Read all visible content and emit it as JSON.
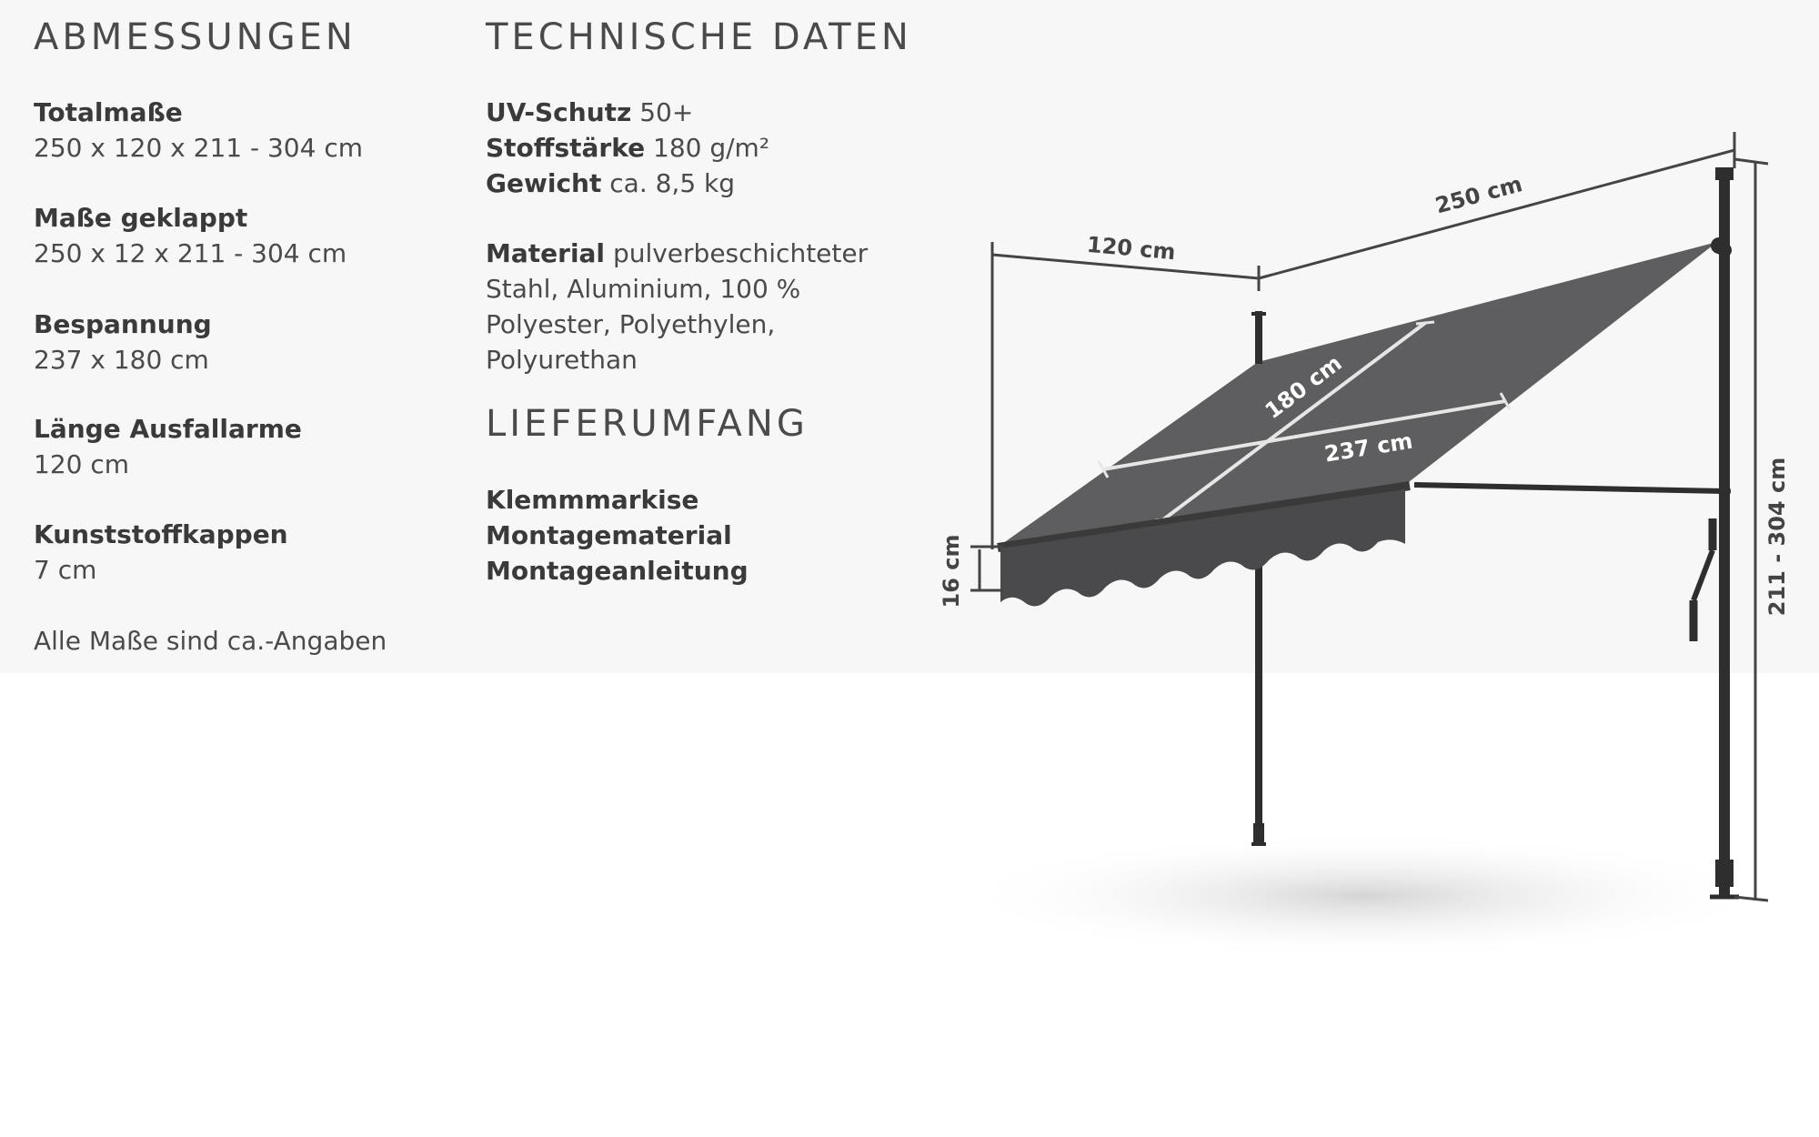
{
  "abmessungen": {
    "heading": "ABMESSUNGEN",
    "items": [
      {
        "label": "Totalmaße",
        "value": "250 x 120 x 211 - 304 cm"
      },
      {
        "label": "Maße geklappt",
        "value": "250 x 12 x 211 - 304 cm"
      },
      {
        "label": "Bespannung",
        "value": "237 x 180 cm"
      },
      {
        "label": "Länge Ausfallarme",
        "value": "120 cm"
      },
      {
        "label": "Kunststoffkappen",
        "value": "7 cm"
      }
    ],
    "note": "Alle Maße sind ca.-Angaben"
  },
  "technische_daten": {
    "heading": "TECHNISCHE DATEN",
    "uv_label": "UV-Schutz",
    "uv_value": "50+",
    "stoff_label": "Stoffstärke",
    "stoff_value": "180 g/m²",
    "gewicht_label": "Gewicht",
    "gewicht_value": "ca. 8,5 kg",
    "material_label": "Material",
    "material_line1": "pulverbeschichteter",
    "material_line2": "Stahl, Aluminium, 100 %",
    "material_line3": "Polyester, Polyethylen,",
    "material_line4": "Polyurethan"
  },
  "lieferumfang": {
    "heading": "LIEFERUMFANG",
    "items": [
      "Klemmmarkise",
      "Montagematerial",
      "Montageanleitung"
    ]
  },
  "diagram": {
    "dim_width": "250 cm",
    "dim_depth": "120 cm",
    "dim_fabric_depth": "180 cm",
    "dim_fabric_width": "237 cm",
    "dim_valance": "16 cm",
    "dim_height": "211 - 304 cm"
  },
  "colors": {
    "panel_background": "#f7f7f7",
    "fabric": "#5e5e60",
    "frame": "#2e2e2e",
    "dimension_line": "#444444"
  }
}
